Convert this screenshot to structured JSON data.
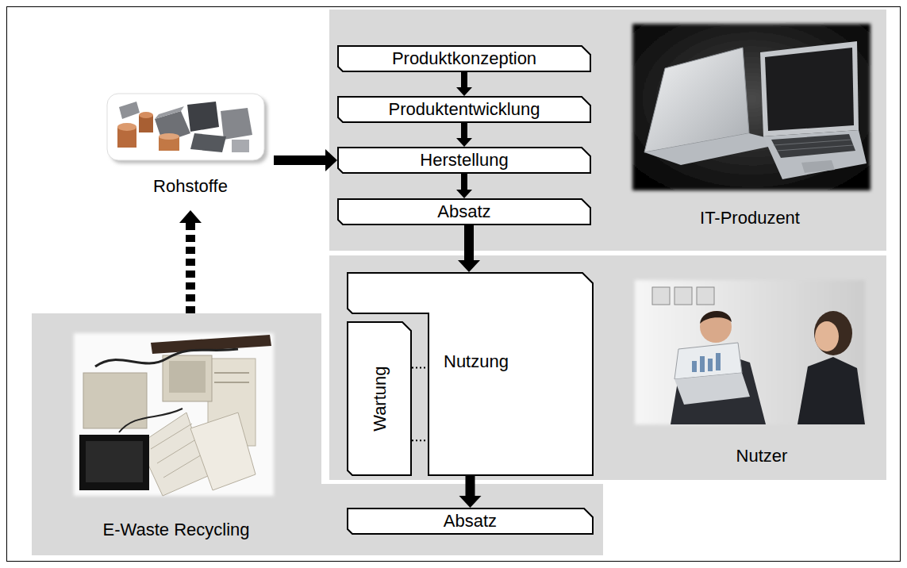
{
  "diagram": {
    "nodes": [
      {
        "text": [
          "Rohstoffe"
        ]
      },
      {
        "text": [
          "IT-Produzent"
        ]
      },
      {
        "text": [
          "Produktkonzeption"
        ],
        "in": 1
      },
      {
        "text": [
          "Produktentwicklung"
        ],
        "in": 1
      },
      {
        "text": [
          "Herstellung"
        ],
        "in": 1
      },
      {
        "text": [
          "Absatz"
        ],
        "in": 1
      },
      {
        "text": [
          "Nutzer"
        ]
      },
      {
        "text": [
          "Nutzung"
        ],
        "in": 6
      },
      {
        "text": [
          "Wartung"
        ],
        "in": 6
      },
      {
        "text": [
          "E-Waste Recycling"
        ]
      },
      {
        "text": [
          "Absatz"
        ],
        "in": 9
      }
    ],
    "edges": [
      {
        "from": 2,
        "to": 3,
        "arrow": "to"
      },
      {
        "from": 3,
        "to": 4,
        "arrow": "to"
      },
      {
        "from": 4,
        "to": 5,
        "arrow": "to"
      },
      {
        "from": 5,
        "to": 7,
        "arrow": "to"
      },
      {
        "from": 7,
        "to": 10,
        "arrow": "to"
      },
      {
        "from": 0,
        "to": 4,
        "arrow": "to"
      },
      {
        "from": 9,
        "to": 0,
        "arrow": "to"
      },
      {
        "from": 8,
        "to": 7,
        "arrow": "none"
      },
      {
        "from": 8,
        "to": 7,
        "arrow": "none"
      }
    ]
  }
}
